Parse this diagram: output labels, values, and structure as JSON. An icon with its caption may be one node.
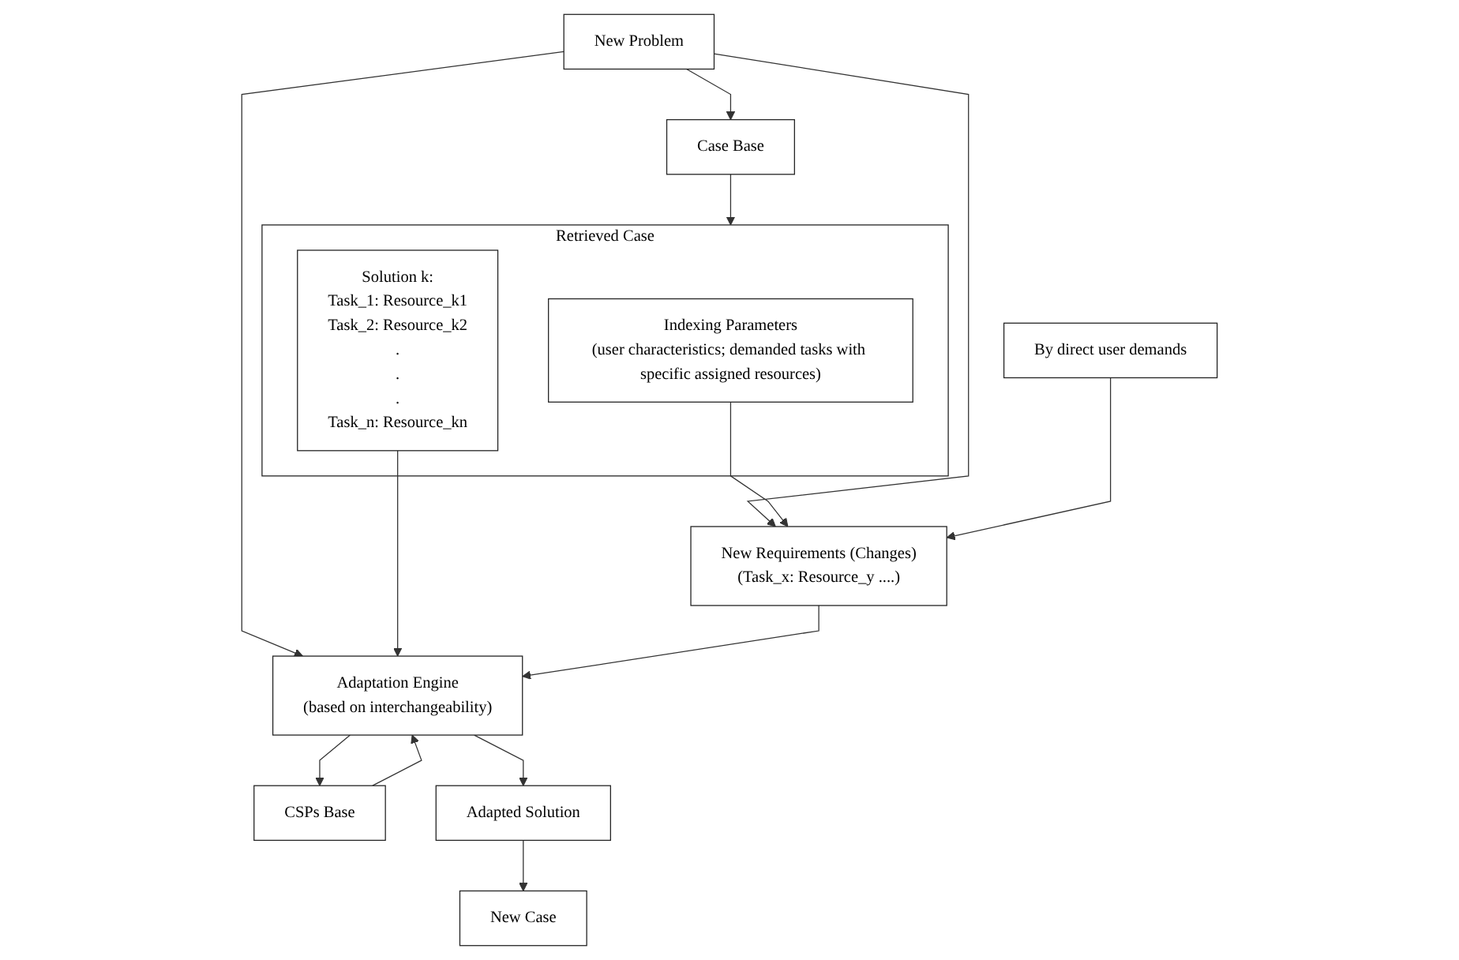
{
  "diagram": {
    "nodes": [
      {
        "text": [
          "New Problem"
        ]
      },
      {
        "text": [
          "Case Base"
        ]
      },
      {
        "text": [
          "Retrieved Case"
        ]
      },
      {
        "text": [
          "Indexing Parameters",
          "(user characteristics; demanded tasks with specific assigned resources)"
        ],
        "in": 2
      },
      {
        "text": [
          "Solution k:",
          "Task_1: Resource_k1",
          "Task_2: Resource_k2",
          ".",
          ".",
          ".",
          "Task_n: Resource_kn"
        ],
        "in": 2
      },
      {
        "text": [
          "By direct user demands"
        ]
      },
      {
        "text": [
          "New Requirements (Changes)",
          "(Task_x: Resource_y ....)"
        ]
      },
      {
        "text": [
          "Adaptation Engine",
          "(based on interchangeability)"
        ]
      },
      {
        "text": [
          "CSPs Base"
        ]
      },
      {
        "text": [
          "Adapted Solution"
        ]
      },
      {
        "text": [
          "New Case"
        ]
      }
    ],
    "edges": [
      {
        "from": 0,
        "to": 1,
        "arrow": "to"
      },
      {
        "from": 1,
        "to": 2,
        "arrow": "to"
      },
      {
        "from": 0,
        "to": 6,
        "arrow": "to"
      },
      {
        "from": 0,
        "to": 7,
        "arrow": "to"
      },
      {
        "from": 3,
        "to": 6,
        "arrow": "to"
      },
      {
        "from": 4,
        "to": 7,
        "arrow": "to"
      },
      {
        "from": 5,
        "to": 6,
        "arrow": "to"
      },
      {
        "from": 6,
        "to": 7,
        "arrow": "to"
      },
      {
        "from": 7,
        "to": 8,
        "arrow": "to"
      },
      {
        "from": 8,
        "to": 7,
        "arrow": "to"
      },
      {
        "from": 7,
        "to": 9,
        "arrow": "to"
      },
      {
        "from": 9,
        "to": 10,
        "arrow": "to"
      }
    ]
  }
}
